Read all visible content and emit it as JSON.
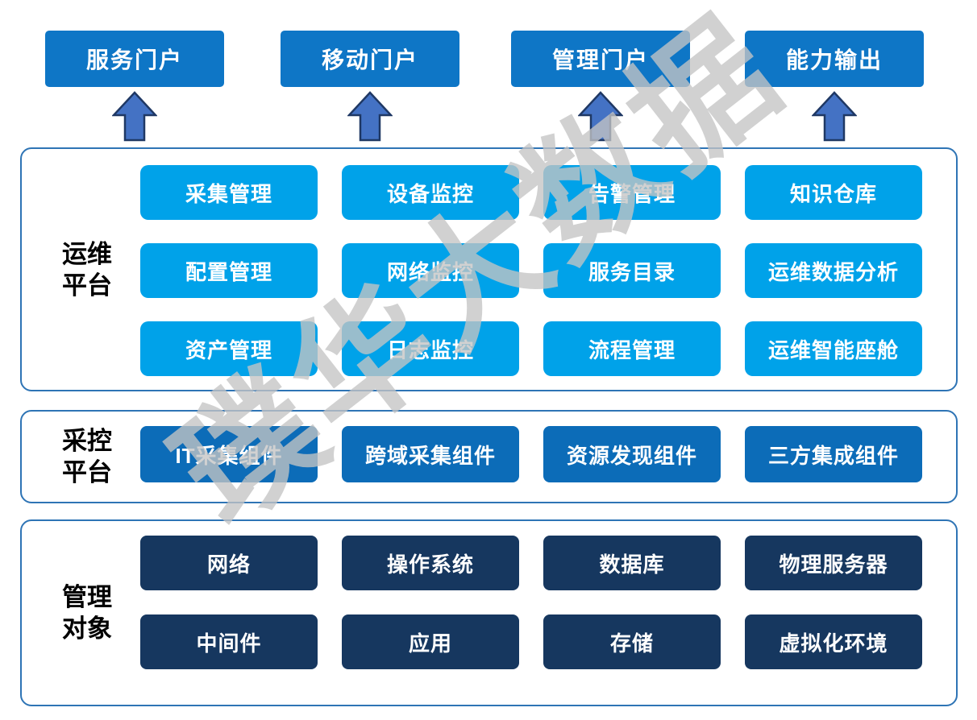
{
  "watermark": "璞华大数据",
  "colors": {
    "portal_blue": "#0e76c6",
    "light_blue": "#00a2e9",
    "component_blue": "#0c6cb8",
    "navy": "#16375f",
    "arrow_fill": "#4472c4",
    "arrow_stroke": "#1f3864",
    "container_border": "#2e74b5"
  },
  "portals": [
    "服务门户",
    "移动门户",
    "管理门户",
    "能力输出"
  ],
  "sections": [
    {
      "label": "运维平台",
      "label_lines": [
        "运维",
        "平台"
      ],
      "rows": [
        [
          "采集管理",
          "设备监控",
          "告警管理",
          "知识仓库"
        ],
        [
          "配置管理",
          "网络监控",
          "服务目录",
          "运维数据分析"
        ],
        [
          "资产管理",
          "日志监控",
          "流程管理",
          "运维智能座舱"
        ]
      ]
    },
    {
      "label": "采控平台",
      "label_lines": [
        "采控",
        "平台"
      ],
      "rows": [
        [
          "IT采集组件",
          "跨域采集组件",
          "资源发现组件",
          "三方集成组件"
        ]
      ]
    },
    {
      "label": "管理对象",
      "label_lines": [
        "管理",
        "对象"
      ],
      "rows": [
        [
          "网络",
          "操作系统",
          "数据库",
          "物理服务器"
        ],
        [
          "中间件",
          "应用",
          "存储",
          "虚拟化环境"
        ]
      ]
    }
  ]
}
